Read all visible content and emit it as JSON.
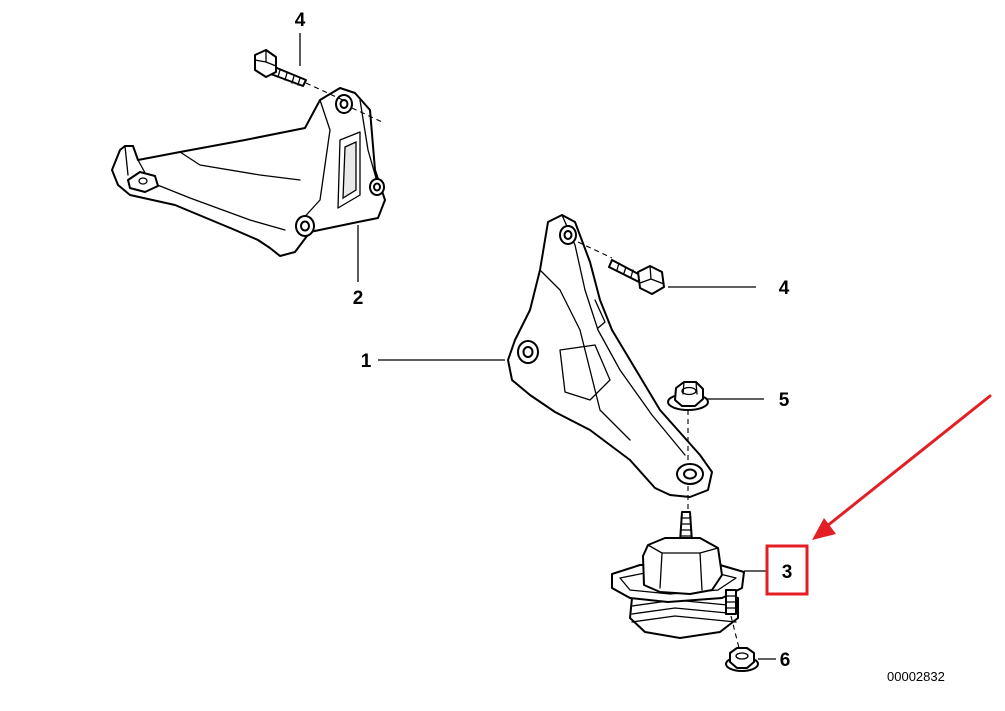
{
  "diagram": {
    "callouts": {
      "top_bolt": "4",
      "left_bracket": "2",
      "right_bracket": "1",
      "right_bolt": "4",
      "nut_top": "5",
      "mount": "3",
      "nut_bottom": "6"
    },
    "document_number": "00002832",
    "highlight_color": "#e31e24"
  }
}
